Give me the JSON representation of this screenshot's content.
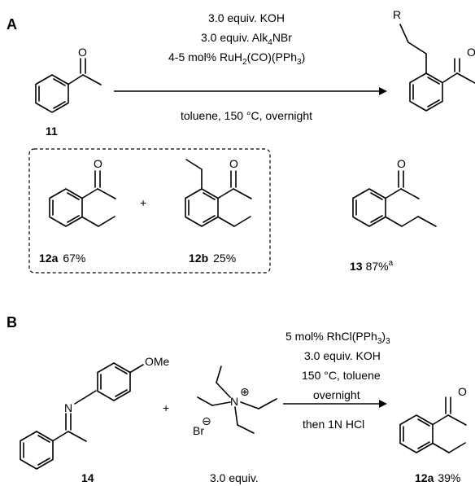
{
  "panel_a": {
    "label": "A",
    "conditions_above": [
      "3.0 equiv. KOH",
      "3.0 equiv. Alk",
      "NBr",
      "4-5 mol% RuH",
      "(CO)(PPh",
      ")"
    ],
    "cond_sub_4": "4",
    "cond_sub_2": "2",
    "cond_sub_3": "3",
    "conditions_below": "toluene, 150 °C, overnight",
    "substrate_label": "11",
    "product_R": "R",
    "plus": "+",
    "p12a_label": "12a",
    "p12a_yield": "67%",
    "p12b_label": "12b",
    "p12b_yield": "25%",
    "p13_label": "13",
    "p13_yield": "87%",
    "p13_note": "a",
    "atom_O": "O"
  },
  "panel_b": {
    "label": "B",
    "substrate_label": "14",
    "OMe": "OMe",
    "N": "N",
    "plus": "+",
    "ammonium_N": "N",
    "charge_plus": "⊕",
    "Br": "Br",
    "charge_minus": "⊖",
    "reagent_equiv": "3.0 equiv.",
    "cond_1a": "5 mol% RhCl(PPh",
    "cond_1b": ")",
    "cond_1_sub": "3",
    "cond_1_sub2": "3",
    "cond_2": "3.0 equiv. KOH",
    "cond_3": "150 °C, toluene",
    "cond_4": "overnight",
    "cond_5": "then 1N HCl",
    "product_label": "12a",
    "product_yield": "39%",
    "atom_O": "O"
  }
}
